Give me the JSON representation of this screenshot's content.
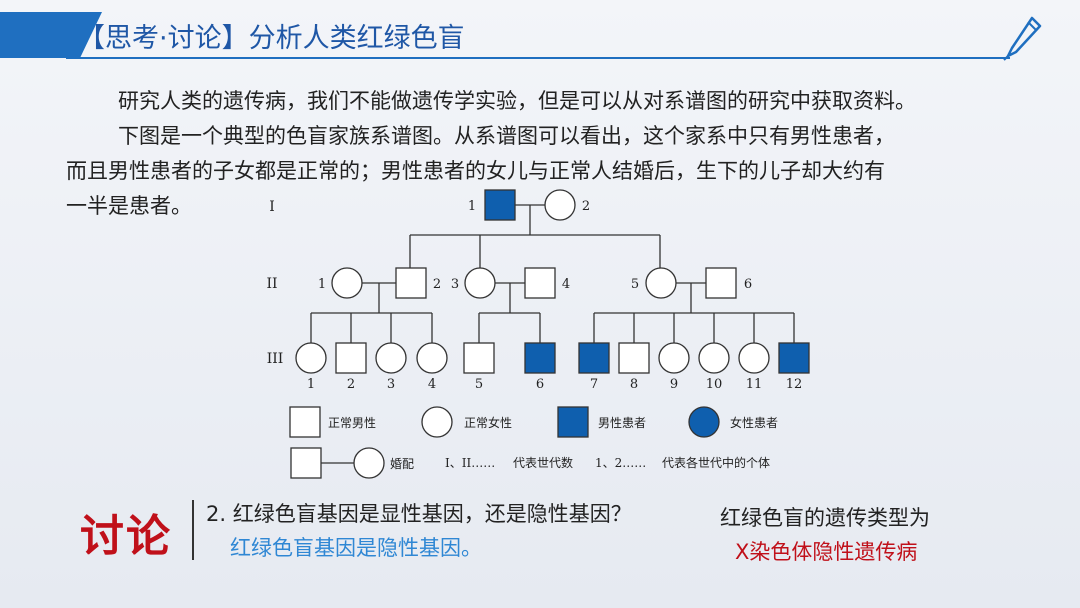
{
  "header": {
    "title": "【思考·讨论】分析人类红绿色盲"
  },
  "paragraphs": {
    "p1": "研究人类的遗传病，我们不能做遗传学实验，但是可以从对系谱图的研究中获取资料。",
    "p2a": "下图是一个典型的色盲家族系谱图。从系谱图可以看出，这个家系中只有男性患者，",
    "p2b": "而且男性患者的子女都是正常的；男性患者的女儿与正常人结婚后，生下的儿子却大约有",
    "p2c": "一半是患者。"
  },
  "pedigree": {
    "generations": [
      "I",
      "II",
      "III"
    ],
    "gen1": [
      {
        "num": "1",
        "sex": "male",
        "affected": true
      },
      {
        "num": "2",
        "sex": "female",
        "affected": false
      }
    ],
    "gen2": [
      {
        "num": "1",
        "sex": "female",
        "affected": false
      },
      {
        "num": "2",
        "sex": "male",
        "affected": false
      },
      {
        "num": "3",
        "sex": "female",
        "affected": false
      },
      {
        "num": "4",
        "sex": "male",
        "affected": false
      },
      {
        "num": "5",
        "sex": "female",
        "affected": false
      },
      {
        "num": "6",
        "sex": "male",
        "affected": false
      }
    ],
    "gen3": [
      {
        "num": "1",
        "sex": "female",
        "affected": false
      },
      {
        "num": "2",
        "sex": "male",
        "affected": false
      },
      {
        "num": "3",
        "sex": "female",
        "affected": false
      },
      {
        "num": "4",
        "sex": "female",
        "affected": false
      },
      {
        "num": "5",
        "sex": "male",
        "affected": false
      },
      {
        "num": "6",
        "sex": "male",
        "affected": true
      },
      {
        "num": "7",
        "sex": "male",
        "affected": true
      },
      {
        "num": "8",
        "sex": "male",
        "affected": false
      },
      {
        "num": "9",
        "sex": "female",
        "affected": false
      },
      {
        "num": "10",
        "sex": "female",
        "affected": false
      },
      {
        "num": "11",
        "sex": "female",
        "affected": false
      },
      {
        "num": "12",
        "sex": "male",
        "affected": true
      }
    ],
    "legend": {
      "normal_male": "正常男性",
      "normal_female": "正常女性",
      "affected_male": "男性患者",
      "affected_female": "女性患者",
      "marriage": "婚配",
      "gen_symbols": "I、II……",
      "gen_meaning": "代表世代数",
      "num_symbols": "1、2……",
      "num_meaning": "代表各世代中的个体"
    },
    "colors": {
      "affected": "#0f5fae",
      "stroke": "#333333"
    }
  },
  "discussion": {
    "label": "讨论",
    "question": "2. 红绿色盲基因是显性基因，还是隐性基因？",
    "answer": "红绿色盲基因是隐性基因。",
    "type_prompt": "红绿色盲的遗传类型为",
    "type_answer": "X染色体隐性遗传病"
  }
}
